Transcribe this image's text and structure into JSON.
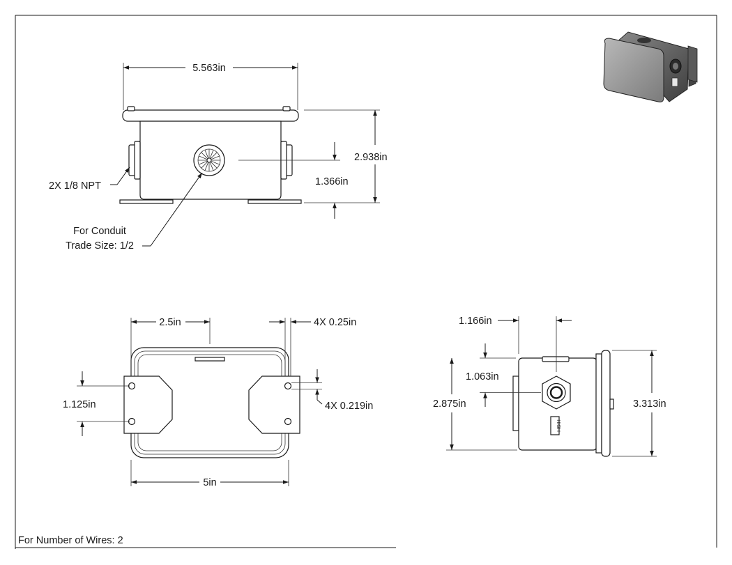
{
  "dimensions": {
    "front_width": "5.563in",
    "front_height": "2.938in",
    "front_conduit_height": "1.366in",
    "npt_callout": "2X 1/8 NPT",
    "conduit_line1": "For Conduit",
    "conduit_line2": "Trade Size: 1/2",
    "top_half_width": "2.5in",
    "tab_thickness": "4X 0.25in",
    "hole_spacing": "1.125in",
    "hole_diameter": "4X 0.219in",
    "top_width": "5in",
    "side_top_offset": "1.166in",
    "side_conduit_height": "1.063in",
    "side_body_height": "2.875in",
    "side_cover_height": "3.313in"
  },
  "side_label": "HIGH",
  "footer": {
    "wires": "For Number of Wires: 2"
  }
}
